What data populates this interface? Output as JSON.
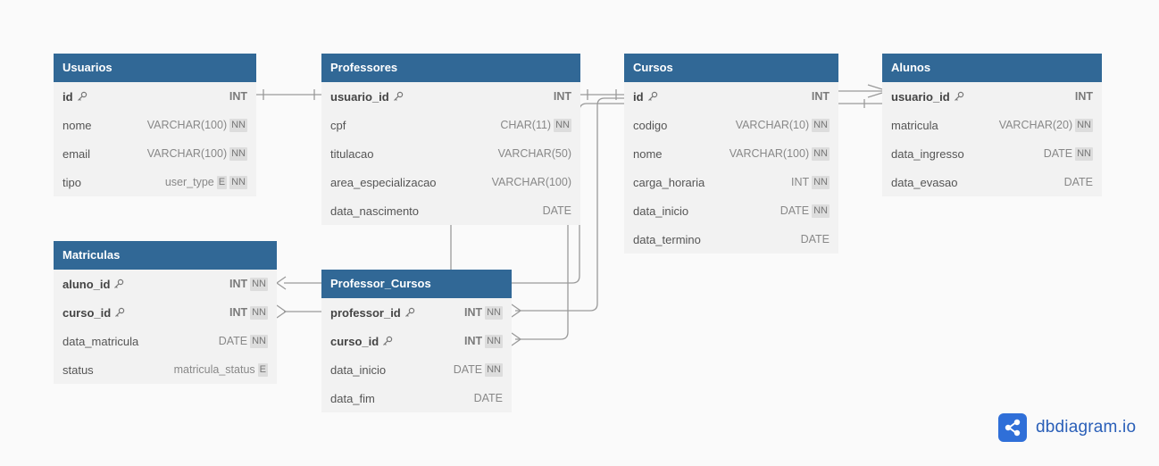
{
  "tables": [
    {
      "id": "usuarios",
      "name": "Usuarios",
      "fields": [
        {
          "name": "id",
          "type": "INT",
          "key": true,
          "nn": false,
          "enum": false
        },
        {
          "name": "nome",
          "type": "VARCHAR(100)",
          "key": false,
          "nn": true,
          "enum": false
        },
        {
          "name": "email",
          "type": "VARCHAR(100)",
          "key": false,
          "nn": true,
          "enum": false
        },
        {
          "name": "tipo",
          "type": "user_type",
          "key": false,
          "nn": true,
          "enum": true
        }
      ]
    },
    {
      "id": "professores",
      "name": "Professores",
      "fields": [
        {
          "name": "usuario_id",
          "type": "INT",
          "key": true,
          "nn": false,
          "enum": false
        },
        {
          "name": "cpf",
          "type": "CHAR(11)",
          "key": false,
          "nn": true,
          "enum": false
        },
        {
          "name": "titulacao",
          "type": "VARCHAR(50)",
          "key": false,
          "nn": false,
          "enum": false
        },
        {
          "name": "area_especializacao",
          "type": "VARCHAR(100)",
          "key": false,
          "nn": false,
          "enum": false
        },
        {
          "name": "data_nascimento",
          "type": "DATE",
          "key": false,
          "nn": false,
          "enum": false
        }
      ]
    },
    {
      "id": "cursos",
      "name": "Cursos",
      "fields": [
        {
          "name": "id",
          "type": "INT",
          "key": true,
          "nn": false,
          "enum": false
        },
        {
          "name": "codigo",
          "type": "VARCHAR(10)",
          "key": false,
          "nn": true,
          "enum": false
        },
        {
          "name": "nome",
          "type": "VARCHAR(100)",
          "key": false,
          "nn": true,
          "enum": false
        },
        {
          "name": "carga_horaria",
          "type": "INT",
          "key": false,
          "nn": true,
          "enum": false
        },
        {
          "name": "data_inicio",
          "type": "DATE",
          "key": false,
          "nn": true,
          "enum": false
        },
        {
          "name": "data_termino",
          "type": "DATE",
          "key": false,
          "nn": false,
          "enum": false
        }
      ]
    },
    {
      "id": "alunos",
      "name": "Alunos",
      "fields": [
        {
          "name": "usuario_id",
          "type": "INT",
          "key": true,
          "nn": false,
          "enum": false
        },
        {
          "name": "matricula",
          "type": "VARCHAR(20)",
          "key": false,
          "nn": true,
          "enum": false
        },
        {
          "name": "data_ingresso",
          "type": "DATE",
          "key": false,
          "nn": true,
          "enum": false
        },
        {
          "name": "data_evasao",
          "type": "DATE",
          "key": false,
          "nn": false,
          "enum": false
        }
      ]
    },
    {
      "id": "matriculas",
      "name": "Matriculas",
      "fields": [
        {
          "name": "aluno_id",
          "type": "INT",
          "key": true,
          "nn": true,
          "enum": false
        },
        {
          "name": "curso_id",
          "type": "INT",
          "key": true,
          "nn": true,
          "enum": false
        },
        {
          "name": "data_matricula",
          "type": "DATE",
          "key": false,
          "nn": true,
          "enum": false
        },
        {
          "name": "status",
          "type": "matricula_status",
          "key": false,
          "nn": false,
          "enum": true
        }
      ]
    },
    {
      "id": "professor_cursos",
      "name": "Professor_Cursos",
      "fields": [
        {
          "name": "professor_id",
          "type": "INT",
          "key": true,
          "nn": true,
          "enum": false
        },
        {
          "name": "curso_id",
          "type": "INT",
          "key": true,
          "nn": true,
          "enum": false
        },
        {
          "name": "data_inicio",
          "type": "DATE",
          "key": false,
          "nn": true,
          "enum": false
        },
        {
          "name": "data_fim",
          "type": "DATE",
          "key": false,
          "nn": false,
          "enum": false
        }
      ]
    }
  ],
  "badges": {
    "nn": "NN",
    "enum": "E"
  },
  "logo": {
    "text": "dbdiagram.io",
    "icon": "share-nodes-icon"
  },
  "colors": {
    "header": "#316896",
    "body": "#f2f2f2",
    "connector": "#9a9a9a",
    "logo": "#2f6fd8"
  }
}
